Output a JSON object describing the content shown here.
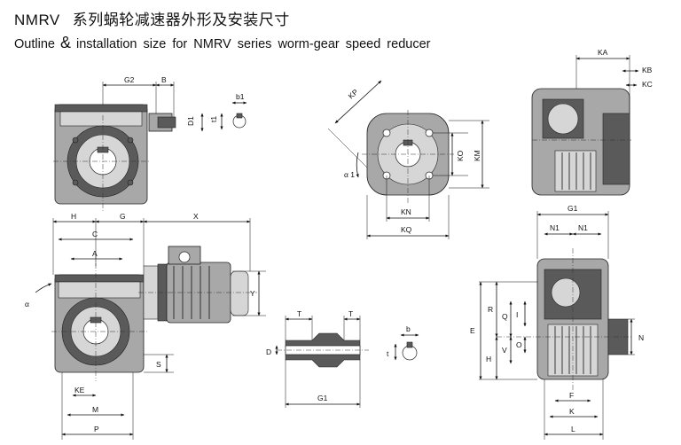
{
  "title": {
    "model": "NMRV",
    "cn": "系列蜗轮减速器外形及安装尺寸",
    "en_prefix": "Outline",
    "en_amp": "&",
    "en_rest": "installation size for NMRV series worm-gear speed reducer"
  },
  "labels": {
    "G2": "G2",
    "B": "B",
    "D1": "D1",
    "t1": "t1",
    "b1": "b1",
    "KP": "KP",
    "KO": "KO",
    "KM": "KM",
    "alpha1": "α 1",
    "KN": "KN",
    "KQ": "KQ",
    "KA": "KA",
    "KB": "KB",
    "KC": "KC",
    "H": "H",
    "G": "G",
    "X": "X",
    "C": "C",
    "A": "A",
    "Y": "Y",
    "alpha": "α",
    "S": "S",
    "KE": "KE",
    "M": "M",
    "P": "P",
    "T_left": "T",
    "T_right": "T",
    "D": "D",
    "G1_shaft": "G1",
    "b": "b",
    "t": "t",
    "G1": "G1",
    "N1_left": "N1",
    "N1_right": "N1",
    "E": "E",
    "R": "R",
    "Q": "Q",
    "I": "I",
    "H_right": "H",
    "V": "V",
    "O": "O",
    "N": "N",
    "F": "F",
    "K": "K",
    "L": "L"
  },
  "colors": {
    "body": "#a8a8a8",
    "dark": "#5a5a5a",
    "line": "#111111"
  }
}
